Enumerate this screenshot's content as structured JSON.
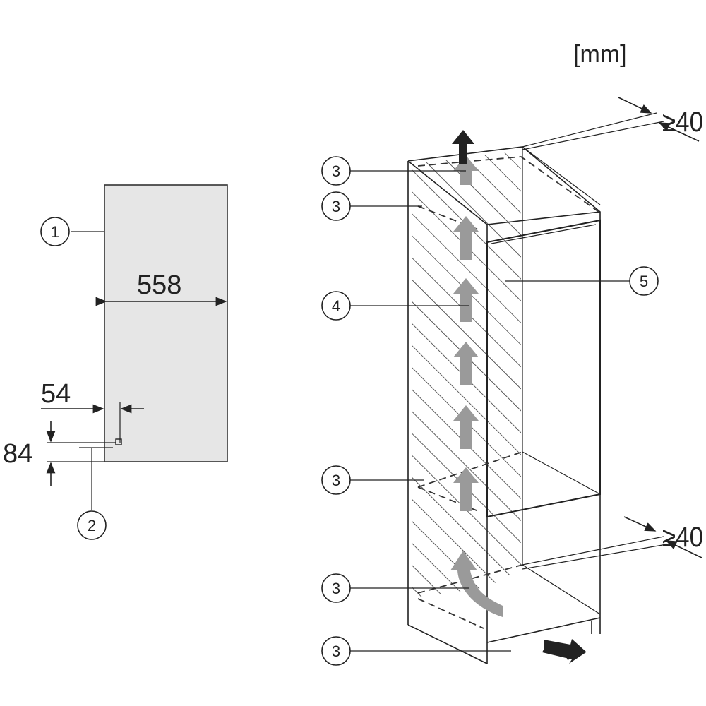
{
  "unit_label": "[mm]",
  "dimensions": {
    "width": "558",
    "offset_horizontal": "54",
    "offset_vertical": "84",
    "top_clearance": "≥40",
    "bottom_clearance": "≥40"
  },
  "callouts": {
    "c1": "1",
    "c2": "2",
    "c3a": "3",
    "c3b": "3",
    "c3c": "3",
    "c3d": "3",
    "c3e": "3",
    "c4": "4",
    "c5": "5"
  },
  "colors": {
    "panel_fill": "#e6e6e6",
    "airflow_arrow": "#9a9a9a",
    "line": "#222222"
  }
}
